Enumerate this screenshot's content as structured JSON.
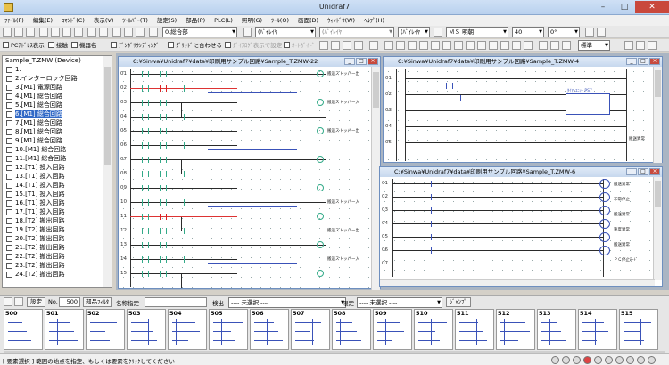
{
  "window": {
    "title": "Unidraf7"
  },
  "menu": [
    "ﾌｧｲﾙ(F)",
    "編集(E)",
    "ｺﾏﾝﾄﾞ(C)",
    "表示(V)",
    "ﾂｰﾙﾊﾞｰ(T)",
    "設定(S)",
    "部品(P)",
    "PLC(L)",
    "照明(G)",
    "ﾂｰﾙ(O)",
    "画面(D)",
    "ｳｨﾝﾄﾞｳ(W)",
    "ﾍﾙﾌﾟ(H)"
  ],
  "toolbar1": {
    "layer_combo": "0.総合部",
    "linetype_combo": "(ﾊﾞｲﾚｲﾔ",
    "linetype2_combo": "(ﾊﾞｲﾚｲﾔ",
    "lineweight_combo": "(ﾊﾞｲﾚｲﾔ",
    "font_combo": "ＭＳ 明朝",
    "size_combo": "40",
    "angle_combo": "0°"
  },
  "toolbar2": {
    "check1": "PCｱﾄﾞﾚｽ表示",
    "check2": "接触",
    "check3": "機器名",
    "check4": "ﾃﾞﾝﾎﾞﾘｳﾝﾃﾞｨﾝｸﾞ",
    "check5": "ｸﾞﾘｯﾄﾞに合わせる",
    "check6": "ﾀﾞｲｱﾛｸﾞ表示で設定",
    "check7": "ｵｰﾄｶﾞｲﾄﾞ",
    "mode_combo": "標準"
  },
  "tree": {
    "root": "Sample_T.ZMW (Device)",
    "items": [
      "1.",
      "2.インターロック回路",
      "3.[M1] 電源回路",
      "4.[M1] 総合回路",
      "5.[M1] 総合回路",
      "6.[M1] 総合回路",
      "7.[M1] 総合回路",
      "8.[M1] 総合回路",
      "9.[M1] 総合回路",
      "10.[M1] 総合回路",
      "11.[M1] 総合回路",
      "12.[T1] 投入回路",
      "13.[T1] 投入回路",
      "14.[T1] 投入回路",
      "15.[T1] 投入回路",
      "16.[T1] 投入回路",
      "17.[T1] 投入回路",
      "18.[T2] 搬出回路",
      "19.[T2] 搬出回路",
      "20.[T2] 搬出回路",
      "21.[T2] 搬出回路",
      "22.[T2] 搬出回路",
      "23.[T2] 搬出回路",
      "24.[T2] 搬出回路"
    ],
    "selected_index": 5
  },
  "windows": {
    "w1": {
      "title": "C:¥Sinwa¥Unidraf7¥data¥印刷用サンプル回路¥Sample_T.ZMW-22"
    },
    "w2": {
      "title": "C:¥Sinwa¥Unidraf7¥data¥印刷用サンプル回路¥Sample_T.ZMW-4"
    },
    "w3": {
      "title": "C:¥Sinwa¥Unidraf7¥data¥印刷用サンプル回路¥Sample_T.ZMW-6"
    }
  },
  "w1_rows": [
    "01",
    "02",
    "03",
    "04",
    "05",
    "06",
    "07",
    "08",
    "09",
    "10",
    "11",
    "12",
    "13",
    "14",
    "15"
  ],
  "w1_labels": [
    "搬送ストッパー出",
    "搬送ストッパー入",
    "搬送ストッパー出",
    "搬送ストッパー入",
    "搬送ストッパー出",
    "搬送ストッパー入"
  ],
  "w2_rows": [
    "01",
    "02",
    "03",
    "04",
    "05"
  ],
  "w2_labels": {
    "box": "ﾀｲﾏｰﾕﾆｯﾄ PS7",
    "right1": "搬送異常"
  },
  "w3_rows": [
    "01",
    "02",
    "03",
    "04",
    "05",
    "06",
    "07"
  ],
  "w3_labels": [
    "搬送異常",
    "非常停止",
    "搬送異常",
    "速度異常",
    "搬送異常",
    "ＰＣ停止ﾓｰﾄﾞ"
  ],
  "parts_bar": {
    "settings_btn": "設定",
    "no_label": "No.",
    "no_value": "500",
    "filter_btn": "部品ﾌｨﾙﾀ",
    "name_label": "名称指定",
    "select_label": "検出",
    "select_value": "---- 未選択 ----",
    "limit_label": "限定",
    "limit_value": "---- 未選択 ----",
    "jump_btn": "ｼﾞｬﾝﾌﾟ"
  },
  "parts": [
    "500",
    "501",
    "502",
    "503",
    "504",
    "505",
    "506",
    "507",
    "508",
    "509",
    "510",
    "511",
    "512",
    "513",
    "514",
    "515"
  ],
  "status": {
    "text": "[ 要素選択 ] 範囲の始点を指定、もしくは要素をｸﾘｯｸしてください"
  }
}
